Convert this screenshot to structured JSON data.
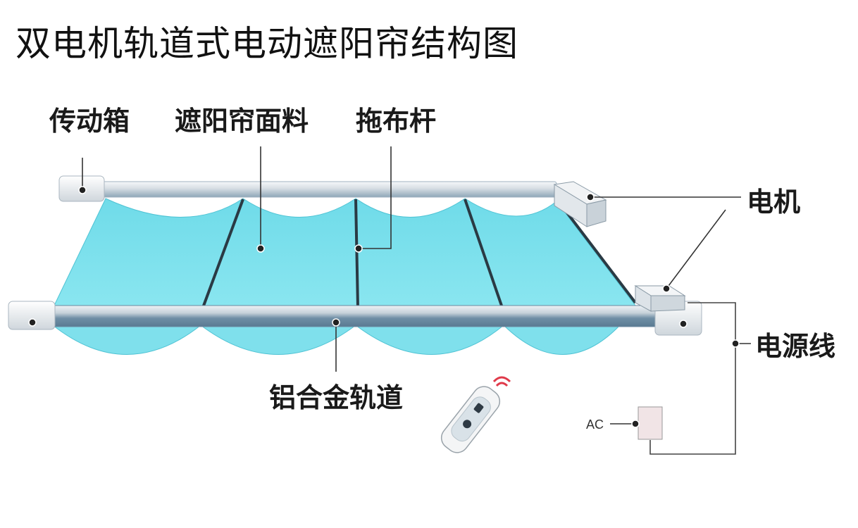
{
  "title": "双电机轨道式电动遮阳帘结构图",
  "labels": {
    "gearbox": "传动箱",
    "fabric": "遮阳帘面料",
    "drag_rod": "拖布杆",
    "motor": "电机",
    "power_cord": "电源线",
    "rail": "铝合金轨道",
    "ac": "AC"
  },
  "colors": {
    "fabric": "#7fe0ec",
    "fabric_edge": "#4ec6d8",
    "rail": "#d9dfe4",
    "rail_shadow": "#7f9bb0",
    "rod": "#2a3a44"
  }
}
